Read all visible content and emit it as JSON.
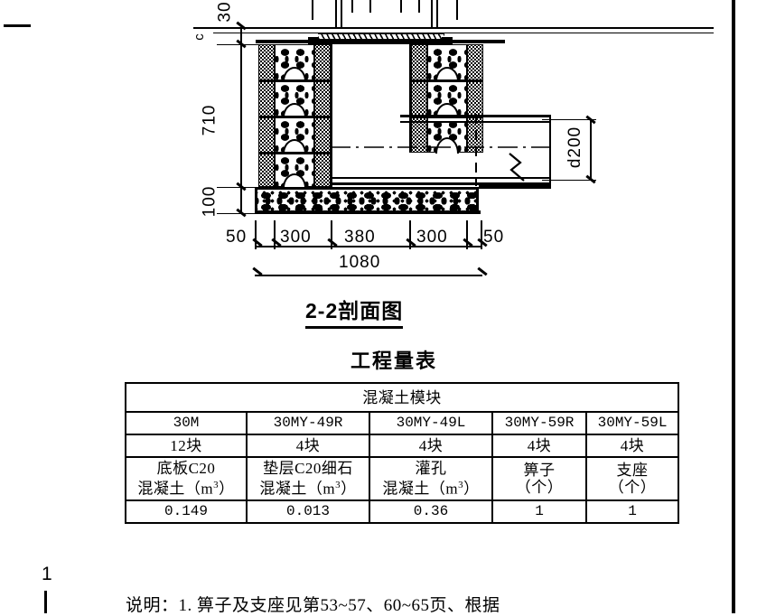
{
  "drawing": {
    "title": "2-2剖面图",
    "dimensions": {
      "vertical": [
        {
          "name": "cover-thickness",
          "value": "30"
        },
        {
          "name": "cover-depth",
          "value": "c"
        },
        {
          "name": "wall-height",
          "value": "710"
        },
        {
          "name": "base-thickness",
          "value": "100"
        }
      ],
      "horizontal": {
        "segments": [
          "50",
          "300",
          "380",
          "300",
          "50"
        ],
        "total": "1080"
      },
      "pipe": "d200"
    }
  },
  "table": {
    "title": "工程量表",
    "header_span": "混凝土模块",
    "rows": [
      {
        "name": "model-row",
        "cells": [
          "30M",
          "30MY-49R",
          "30MY-49L",
          "30MY-59R",
          "30MY-59L"
        ]
      },
      {
        "name": "count-row",
        "cells": [
          "12块",
          "4块",
          "4块",
          "4块",
          "4块"
        ]
      }
    ],
    "description_row": {
      "name": "description-row",
      "cells": [
        {
          "line1": "底板C20",
          "line2": "混凝土（m",
          "sup": "3",
          "line2b": "）"
        },
        {
          "line1": "垫层C20细石",
          "line2": "混凝土（m",
          "sup": "3",
          "line2b": "）"
        },
        {
          "line1": "灌孔",
          "line2": "混凝土（m",
          "sup": "3",
          "line2b": "）"
        },
        {
          "line1": "箅子",
          "line2": "（个）",
          "sup": "",
          "line2b": ""
        },
        {
          "line1": "支座",
          "line2": "（个）",
          "sup": "",
          "line2b": ""
        }
      ]
    },
    "value_row": {
      "name": "value-row",
      "cells": [
        "0.149",
        "0.013",
        "0.36",
        "1",
        "1"
      ]
    }
  },
  "note": {
    "text": "说明：1. 箅子及支座见第53~57、60~65页、根据"
  },
  "page_marks": {
    "lower_left": "1"
  },
  "colors": {
    "ink": "#000000",
    "paper": "#ffffff"
  }
}
